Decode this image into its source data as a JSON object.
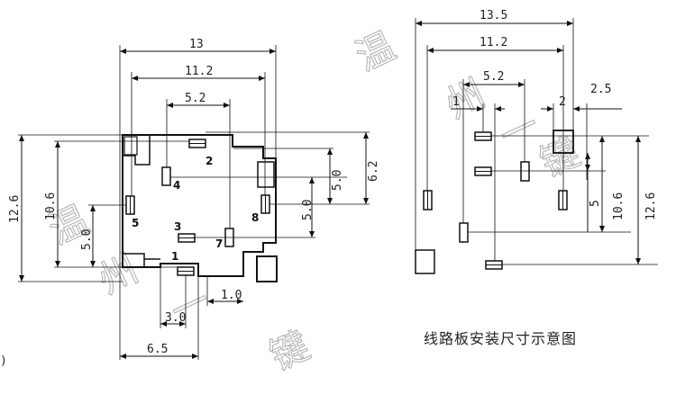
{
  "left_drawing": {
    "dims": {
      "overall_width": "13",
      "pad_span": "11.2",
      "inner_span": "5.2",
      "overall_height": "12.6",
      "height_10_6": "10.6",
      "height_5_0_left": "5.0",
      "right_5_0_upper": "5.0",
      "right_6_2": "6.2",
      "right_5_0_lower": "5.0",
      "bottom_1_0": "1.0",
      "bottom_3_0": "3.0",
      "bottom_6_5": "6.5"
    },
    "pin_labels": [
      "1",
      "2",
      "3",
      "4",
      "5",
      "7",
      "8"
    ]
  },
  "right_drawing": {
    "dims": {
      "top_13_5": "13.5",
      "top_11_2": "11.2",
      "top_5_2": "5.2",
      "top_1": "1",
      "top_2": "2",
      "top_2_5": "2.5",
      "right_5": "5",
      "right_10_6": "10.6",
      "right_12_6": "12.6"
    },
    "caption": "线路板安装尺寸示意图"
  },
  "watermark": [
    "温",
    "州",
    "一",
    "键"
  ],
  "partial_mark": ")"
}
